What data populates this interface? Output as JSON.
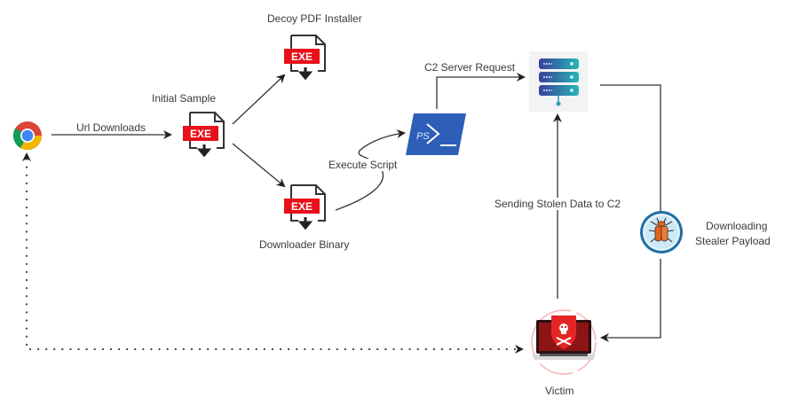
{
  "diagram": {
    "nodes": {
      "browser": {
        "label": "",
        "icon": "chrome-browser-icon"
      },
      "initial_sample": {
        "label": "Initial Sample",
        "icon": "exe-file-icon",
        "badge": "EXE"
      },
      "decoy": {
        "label": "Decoy PDF Installer",
        "icon": "exe-file-icon",
        "badge": "EXE"
      },
      "downloader": {
        "label": "Downloader Binary",
        "icon": "exe-file-icon",
        "badge": "EXE"
      },
      "powershell": {
        "label": "",
        "icon": "powershell-icon",
        "glyph": "PS"
      },
      "c2_server": {
        "label": "",
        "icon": "server-icon"
      },
      "stealer": {
        "label": "Downloading\nStealer Payload",
        "label_line1": "Downloading",
        "label_line2": "Stealer Payload",
        "icon": "bug-icon"
      },
      "victim": {
        "label": "Victim",
        "icon": "compromised-laptop-icon"
      }
    },
    "edges": {
      "url_downloads": "Url Downloads",
      "execute_script": "Execute Script",
      "c2_request": "C2 Server Request",
      "sending_data": "Sending Stolen Data to C2"
    },
    "colors": {
      "exe_red": "#e8101a",
      "powershell_blue": "#2d5fb8",
      "server_gradient_start": "#3b3f98",
      "server_gradient_end": "#26b5b5",
      "bug_orange": "#e8621f",
      "bug_ring": "#1f6fa6",
      "victim_red": "#d62020",
      "line": "#333333"
    }
  }
}
